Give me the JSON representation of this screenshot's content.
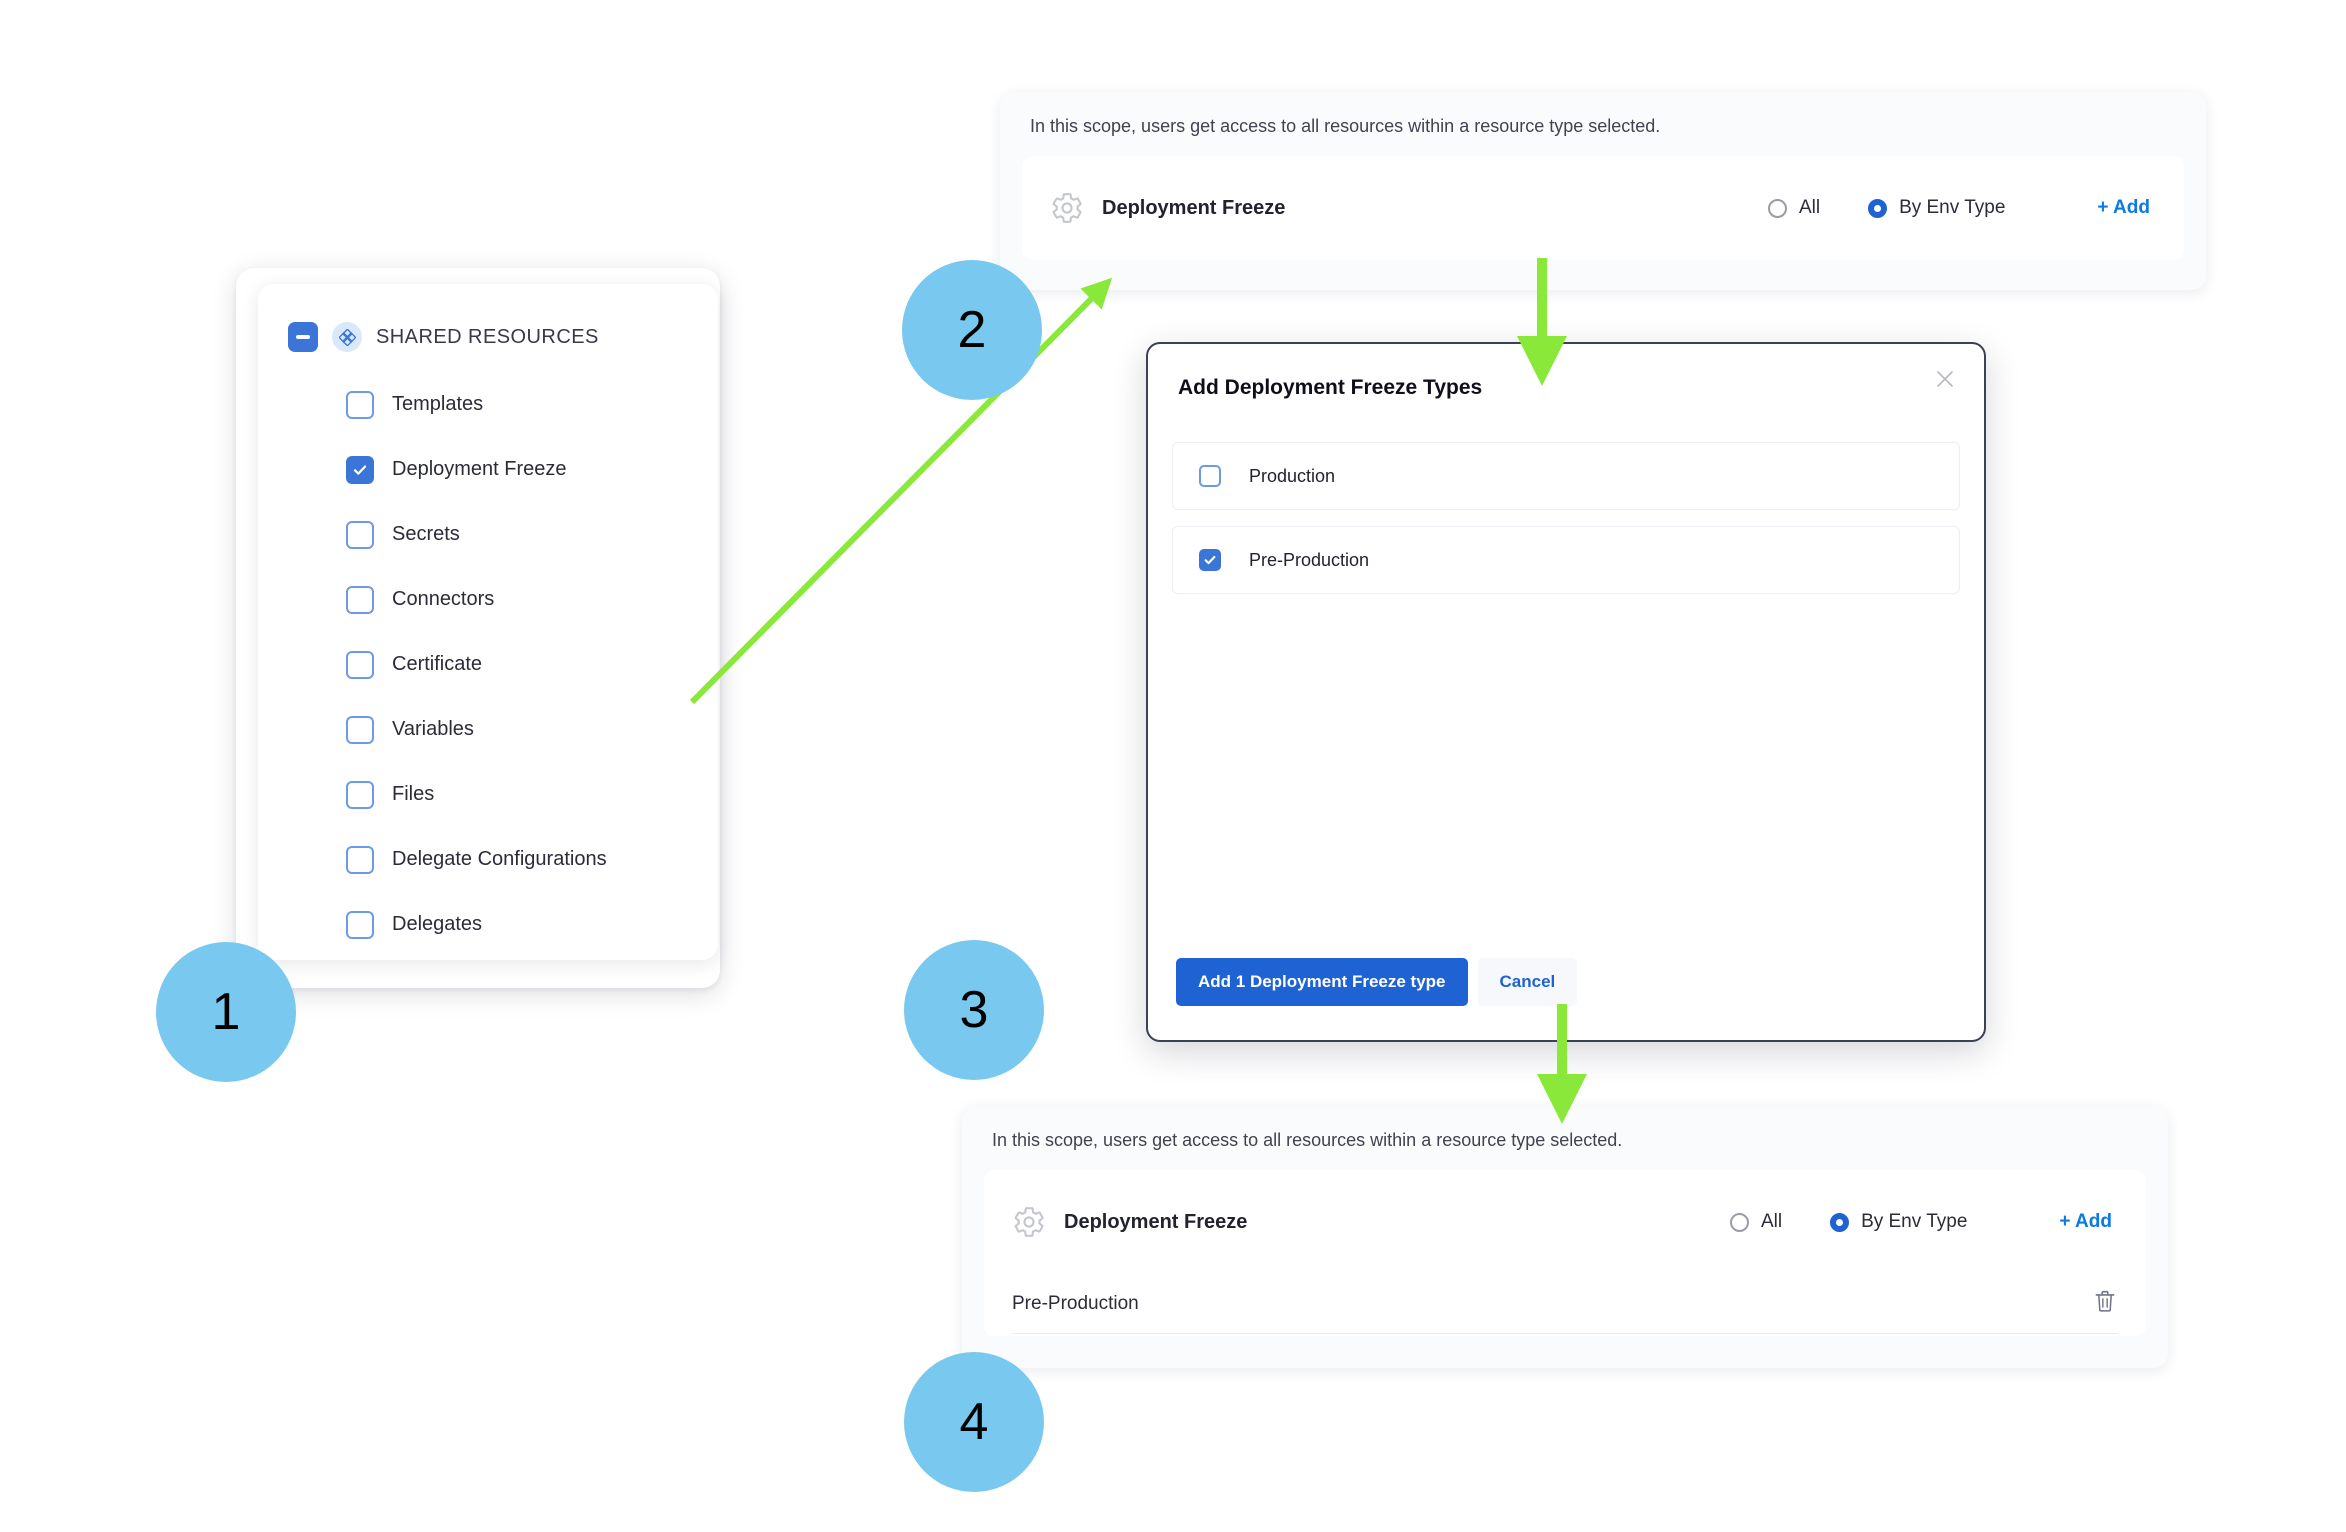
{
  "steps": [
    {
      "number": "1"
    },
    {
      "number": "2"
    },
    {
      "number": "3"
    },
    {
      "number": "4"
    }
  ],
  "colors": {
    "accent_blue": "#3b75d8",
    "link_blue": "#0b7ae6",
    "primary_button": "#1f62d4",
    "badge_blue": "#79c8ef",
    "arrow_green": "#8ae83a",
    "panel_bg": "#fafbfd",
    "modal_border": "#3c4250"
  },
  "tree_panel": {
    "header": {
      "label": "SHARED RESOURCES",
      "checkbox_state": "indeterminate",
      "icon": "resources-diamond-icon"
    },
    "items": [
      {
        "label": "Templates",
        "checked": false
      },
      {
        "label": "Deployment Freeze",
        "checked": true
      },
      {
        "label": "Secrets",
        "checked": false
      },
      {
        "label": "Connectors",
        "checked": false
      },
      {
        "label": "Certificate",
        "checked": false
      },
      {
        "label": "Variables",
        "checked": false
      },
      {
        "label": "Files",
        "checked": false
      },
      {
        "label": "Delegate Configurations",
        "checked": false
      },
      {
        "label": "Delegates",
        "checked": false
      }
    ]
  },
  "scope_top": {
    "note": "In this scope, users get access to all resources within a resource type selected.",
    "resource": {
      "icon": "gear-icon",
      "name": "Deployment Freeze"
    },
    "options": [
      {
        "label": "All",
        "selected": false
      },
      {
        "label": "By Env Type",
        "selected": true
      }
    ],
    "add_label": "+ Add",
    "entries": []
  },
  "scope_bottom": {
    "note": "In this scope, users get access to all resources within a resource type selected.",
    "resource": {
      "icon": "gear-icon",
      "name": "Deployment Freeze"
    },
    "options": [
      {
        "label": "All",
        "selected": false
      },
      {
        "label": "By Env Type",
        "selected": true
      }
    ],
    "add_label": "+ Add",
    "entries": [
      {
        "label": "Pre-Production",
        "delete_icon": "trash-icon"
      }
    ]
  },
  "modal": {
    "title": "Add Deployment Freeze Types",
    "close_icon": "close-icon",
    "options": [
      {
        "label": "Production",
        "checked": false
      },
      {
        "label": "Pre-Production",
        "checked": true
      }
    ],
    "primary_button": "Add 1 Deployment Freeze type",
    "cancel_button": "Cancel"
  }
}
